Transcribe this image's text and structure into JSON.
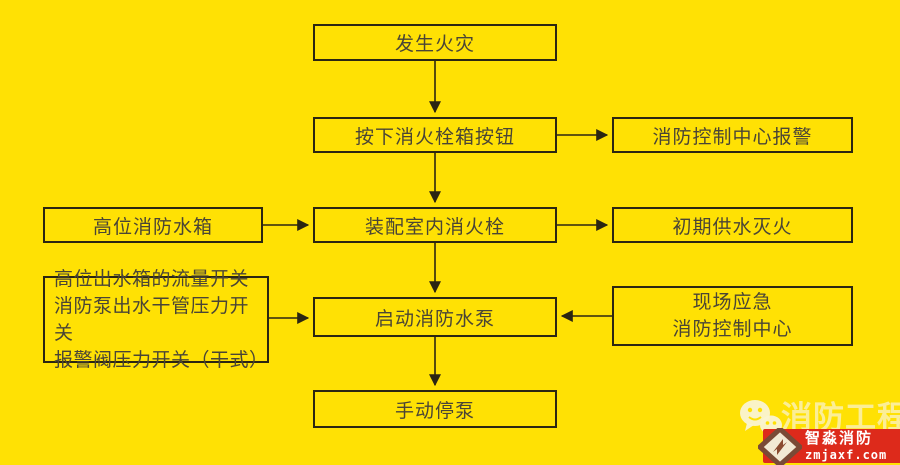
{
  "colors": {
    "background": "#FFE104",
    "line": "#2B2612",
    "text": "#4A4536",
    "badge_red": "#DD2A1B",
    "watermark_cream": "#FBF2BC"
  },
  "nodes": {
    "fire": {
      "label": "发生火灾"
    },
    "press_button": {
      "label": "按下消火栓箱按钮"
    },
    "alarm_center": {
      "label": "消防控制中心报警"
    },
    "water_tank": {
      "label": "高位消防水箱"
    },
    "hydrant": {
      "label": "装配室内消火栓"
    },
    "initial_supply": {
      "label": "初期供水灭火"
    },
    "switches": {
      "lines": [
        "高位出水箱的流量开关",
        "消防泵出水干管压力开关",
        "报警阀压力开关（干式）"
      ]
    },
    "start_pump": {
      "label": "启动消防水泵"
    },
    "emergency": {
      "lines": [
        "现场应急",
        "消防控制中心"
      ]
    },
    "stop_pump": {
      "label": "手动停泵"
    }
  },
  "watermark": {
    "faded_text": "消防工程",
    "wechat_icon": "wechat-bubbles-icon",
    "logo_icon": "zhimiao-diamond-icon",
    "brand": "智淼消防",
    "domain": "zmjaxf.com"
  }
}
